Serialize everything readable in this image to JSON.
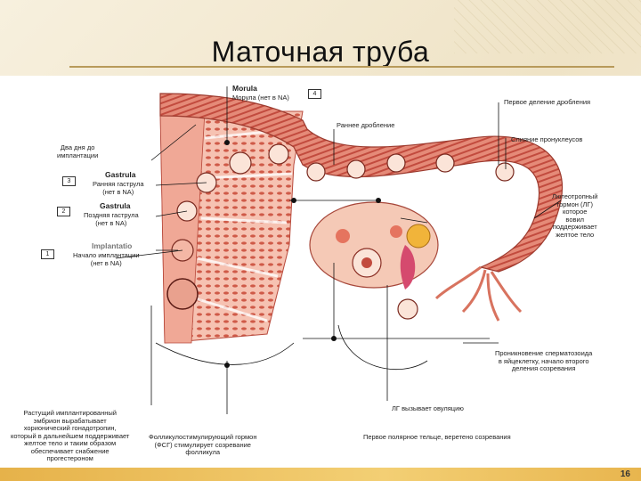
{
  "slide": {
    "title": "Маточная труба",
    "page_number": "16"
  },
  "boxes": {
    "b4": "4",
    "b3": "3",
    "b2": "2",
    "b1": "1"
  },
  "labels": {
    "morula_en": "Morula",
    "morula_ru": "Морула (нет в NA)",
    "two_days": "Два дня до\nимплантации",
    "gastrula_en_early": "Gastrula",
    "gastrula_early_ru": "Ранняя гаструла\n(нет в NA)",
    "gastrula_en_late": "Gastrula",
    "gastrula_late_ru": "Поздняя гаструла\n(нет в NA)",
    "implantatio_en": "Implantatio",
    "implantatio_ru": "Начало имплантации\n(нет в NA)",
    "early_cleavage": "Раннее дробление",
    "first_division": "Первое деление дробления",
    "pronuclei_fusion": "Слияние пронуклеусов",
    "lh": "Лютеотропный\nгормон (ЛГ)\nкоторое\nвовил\nподдерживает\nжелтое тело",
    "sperm_penetration": "Проникновение сперматозоида\nв яйцеклетку, начало второго\nделения созревания",
    "lh_ovulation": "ЛГ вызывает овуляцию",
    "polar_body": "Первое полярное тельце, веретено созревания",
    "fsh": "Фолликулостимулирующий гормон\n(ФСГ) стимулирует созревание\nфолликула",
    "embryo": "Растущий имплантированный\nэмбрион вырабатывает\nхорионический гонадотропин,\nкоторый в дальнейшем поддерживает\nжелтое тело и таким образом\nобеспечивает снабжение\nпрогестероном"
  },
  "colors": {
    "tissue": "#d96a5a",
    "tissue_light": "#f2b7a5",
    "tissue_dark": "#a83a30",
    "line": "#111111",
    "bar": "#e6b24a"
  }
}
